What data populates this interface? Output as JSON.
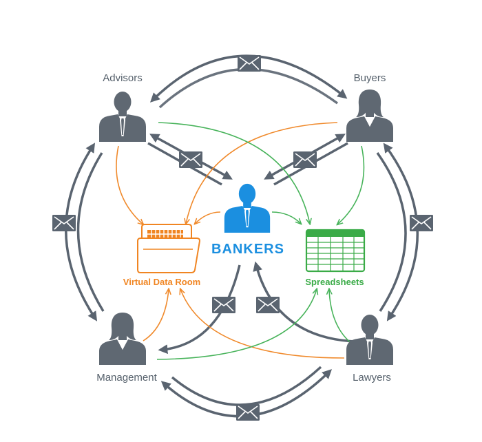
{
  "roles": {
    "advisors": "Advisors",
    "buyers": "Buyers",
    "management": "Management",
    "lawyers": "Lawyers",
    "bankers": "BANKERS"
  },
  "tools": {
    "virtual_data_room": "Virtual Data Room",
    "spreadsheets": "Spreadsheets"
  },
  "colors": {
    "people": "#5f6872",
    "bankers": "#1b8fe0",
    "data_room": "#f08522",
    "spreadsheets": "#3aab47",
    "message_arrows": "#5a6470"
  },
  "icons": {
    "person": "business-person-icon",
    "message": "envelope-icon",
    "data_room": "folder-icon",
    "spreadsheets": "spreadsheet-icon"
  }
}
